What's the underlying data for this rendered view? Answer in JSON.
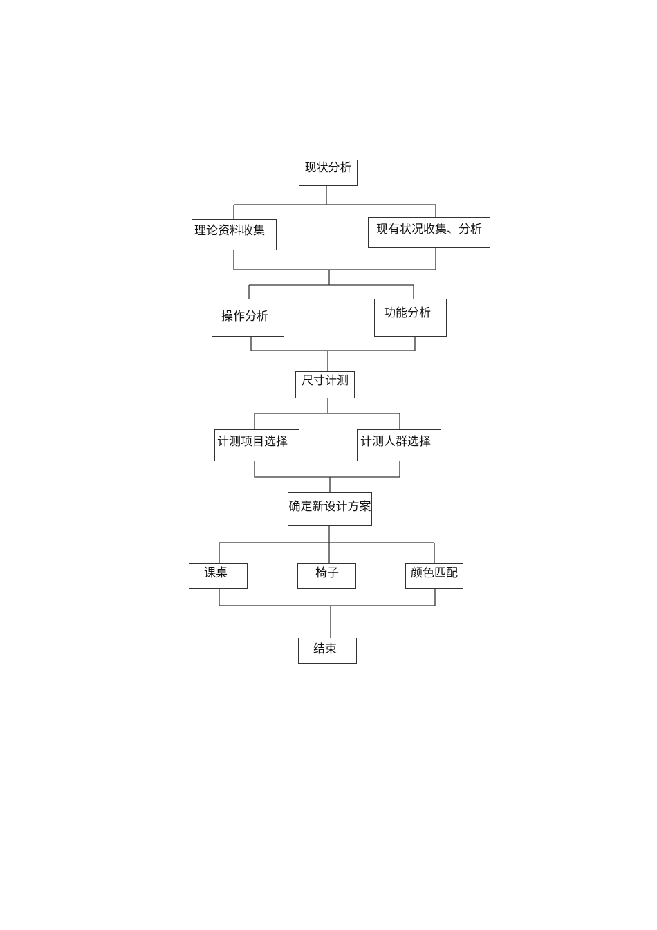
{
  "flowchart": {
    "nodes": {
      "status_analysis": "现状分析",
      "theory_collection": "理论资料收集",
      "current_collection": "现有状况收集、分析",
      "operation_analysis": "操作分析",
      "function_analysis": "功能分析",
      "dimension_measure": "尺寸计测",
      "measure_items": "计测项目选择",
      "measure_people": "计测人群选择",
      "new_design": "确定新设计方案",
      "desk": "课桌",
      "chair": "椅子",
      "color_match": "颜色匹配",
      "end": "结束"
    }
  }
}
